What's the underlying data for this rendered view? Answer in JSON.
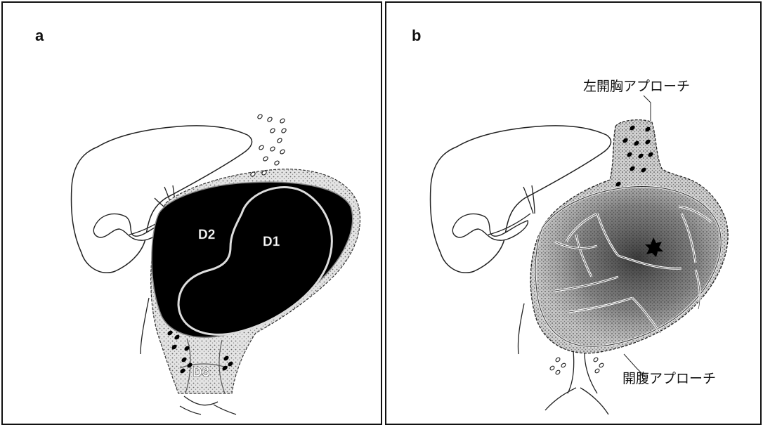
{
  "panel_a": {
    "letter": "a",
    "regions": {
      "d1": "D1",
      "d2": "D2",
      "d3": "D3"
    }
  },
  "panel_b": {
    "letter": "b",
    "labels": {
      "upper": "左開胸アプローチ",
      "lower": "開腹アプローチ"
    }
  }
}
